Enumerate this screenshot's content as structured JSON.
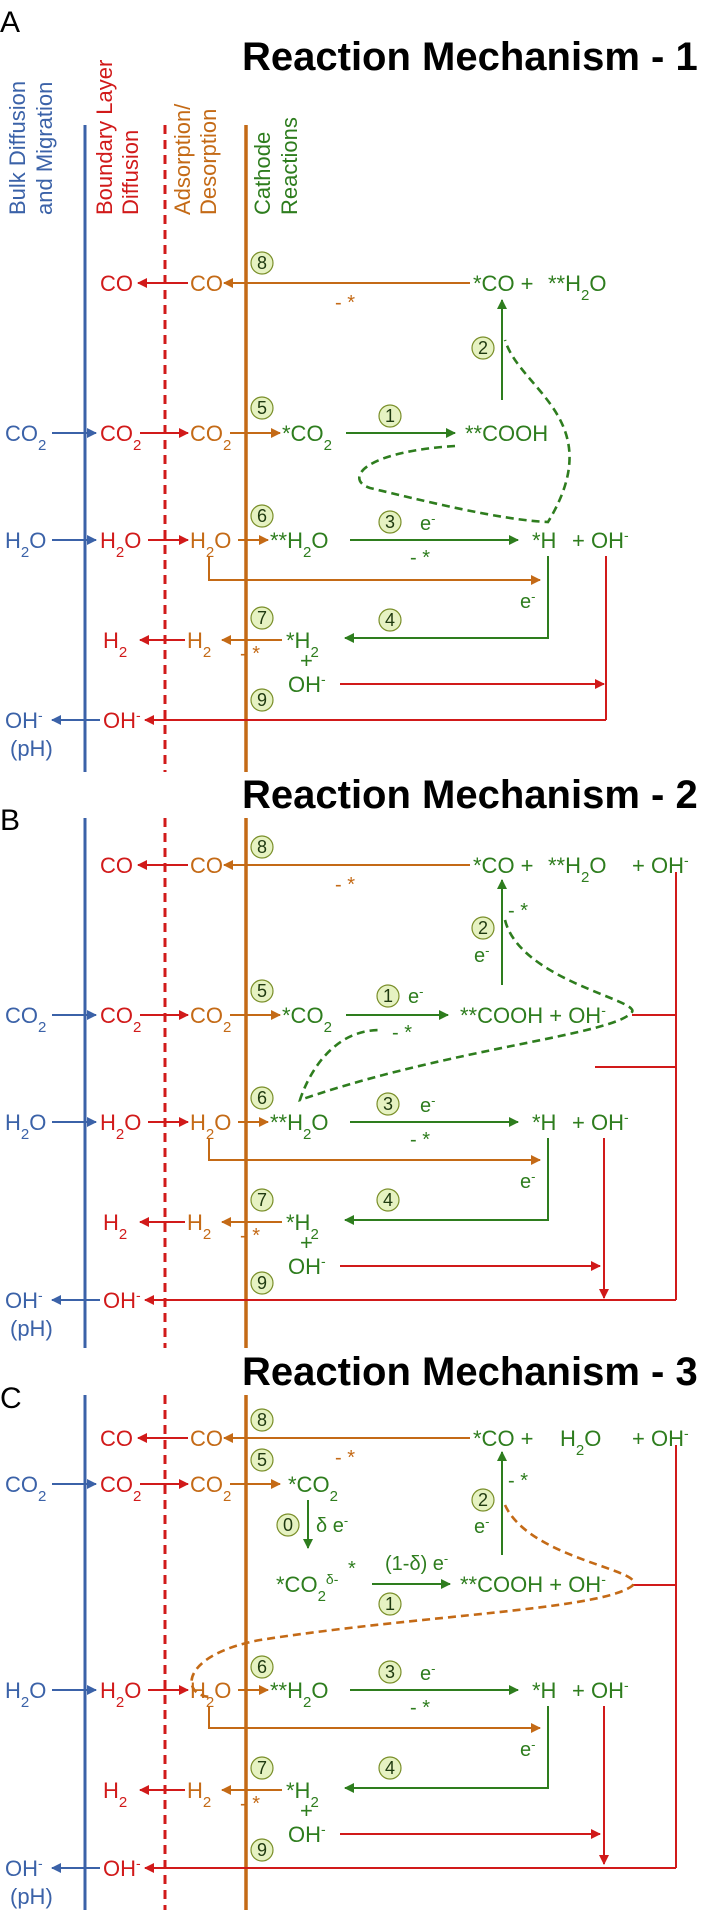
{
  "panels": [
    {
      "letter": "A",
      "title": "Reaction Mechanism - 1",
      "headers": {
        "bulk": [
          "Bulk Diffusion",
          "and Migration"
        ],
        "boundary": [
          "Boundary Layer",
          "Diffusion"
        ],
        "adsorption": [
          "Adsorption/",
          "Desorption"
        ],
        "cathode": [
          "Cathode",
          "Reactions"
        ]
      }
    },
    {
      "letter": "B",
      "title": "Reaction Mechanism - 2"
    },
    {
      "letter": "C",
      "title": "Reaction Mechanism - 3"
    }
  ],
  "species": {
    "co": "CO",
    "co2_base": "CO",
    "co2_sub": "2",
    "h2o_pre": "H",
    "h2o_sub": "2",
    "h2o_post": "O",
    "h2_base": "H",
    "h2_sub": "2",
    "oh_base": "OH",
    "oh_sup": "-",
    "ph": "(pH)",
    "star_co": "*CO +",
    "star_co2": "*CO",
    "star_star_h2o": "**H",
    "star_star_cooh": "**COOH",
    "star_star_cooh_oh": "**COOH + OH",
    "star_h": "*H",
    "plus_oh": "+ OH",
    "star_h2": "*H",
    "plus": "+",
    "minus_star": "- *",
    "electron": "e",
    "co2_delta": "*CO",
    "delta_sup": "δ-",
    "delta_e": "δ e",
    "one_minus_delta": "(1-δ) e"
  },
  "steps": [
    "0",
    "1",
    "2",
    "3",
    "4",
    "5",
    "6",
    "7",
    "8",
    "9"
  ],
  "colors": {
    "bulk": "#3b62a8",
    "boundary": "#d11a1a",
    "adsorption": "#c46a16",
    "cathode": "#2e7d1e",
    "step_fill": "#e6f2c2"
  }
}
